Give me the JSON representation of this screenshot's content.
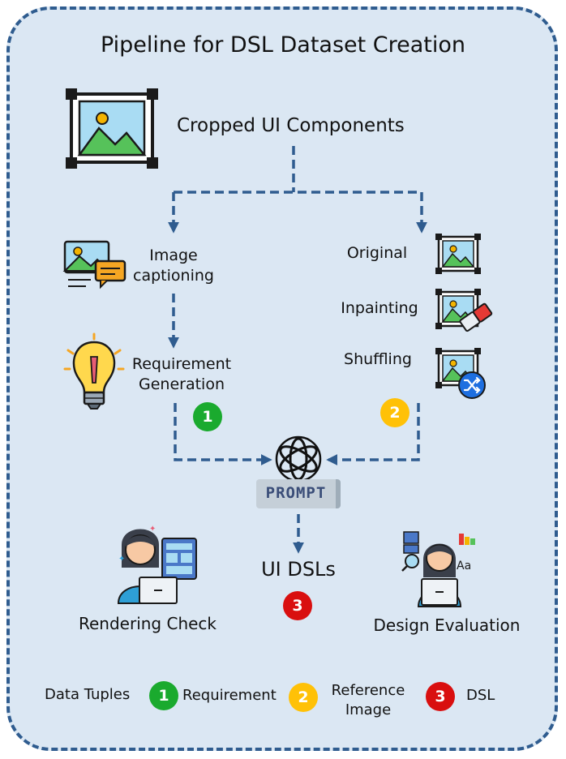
{
  "title": "Pipeline for DSL Dataset Creation",
  "source_label": "Cropped UI Components",
  "left_branch": {
    "step1": "Image\ncaptioning",
    "step2": "Requirement\nGeneration",
    "badge": "1"
  },
  "right_branch": {
    "original": "Original",
    "inpainting": "Inpainting",
    "shuffling": "Shuffling",
    "badge": "2"
  },
  "prompt_label": "PROMPT",
  "output": {
    "label": "UI DSLs",
    "badge": "3"
  },
  "checks": {
    "rendering": "Rendering Check",
    "design": "Design Evaluation"
  },
  "legend": {
    "title": "Data Tuples",
    "items": [
      {
        "badge": "1",
        "label": "Requirement"
      },
      {
        "badge": "2",
        "label": "Reference\nImage"
      },
      {
        "badge": "3",
        "label": "DSL"
      }
    ]
  },
  "colors": {
    "panel_bg": "#dbe7f3",
    "panel_border": "#2f5c8f",
    "arrow": "#2f5c8f",
    "badge_green": "#1aaa2e",
    "badge_yellow": "#ffc107",
    "badge_red": "#d90f0f"
  }
}
